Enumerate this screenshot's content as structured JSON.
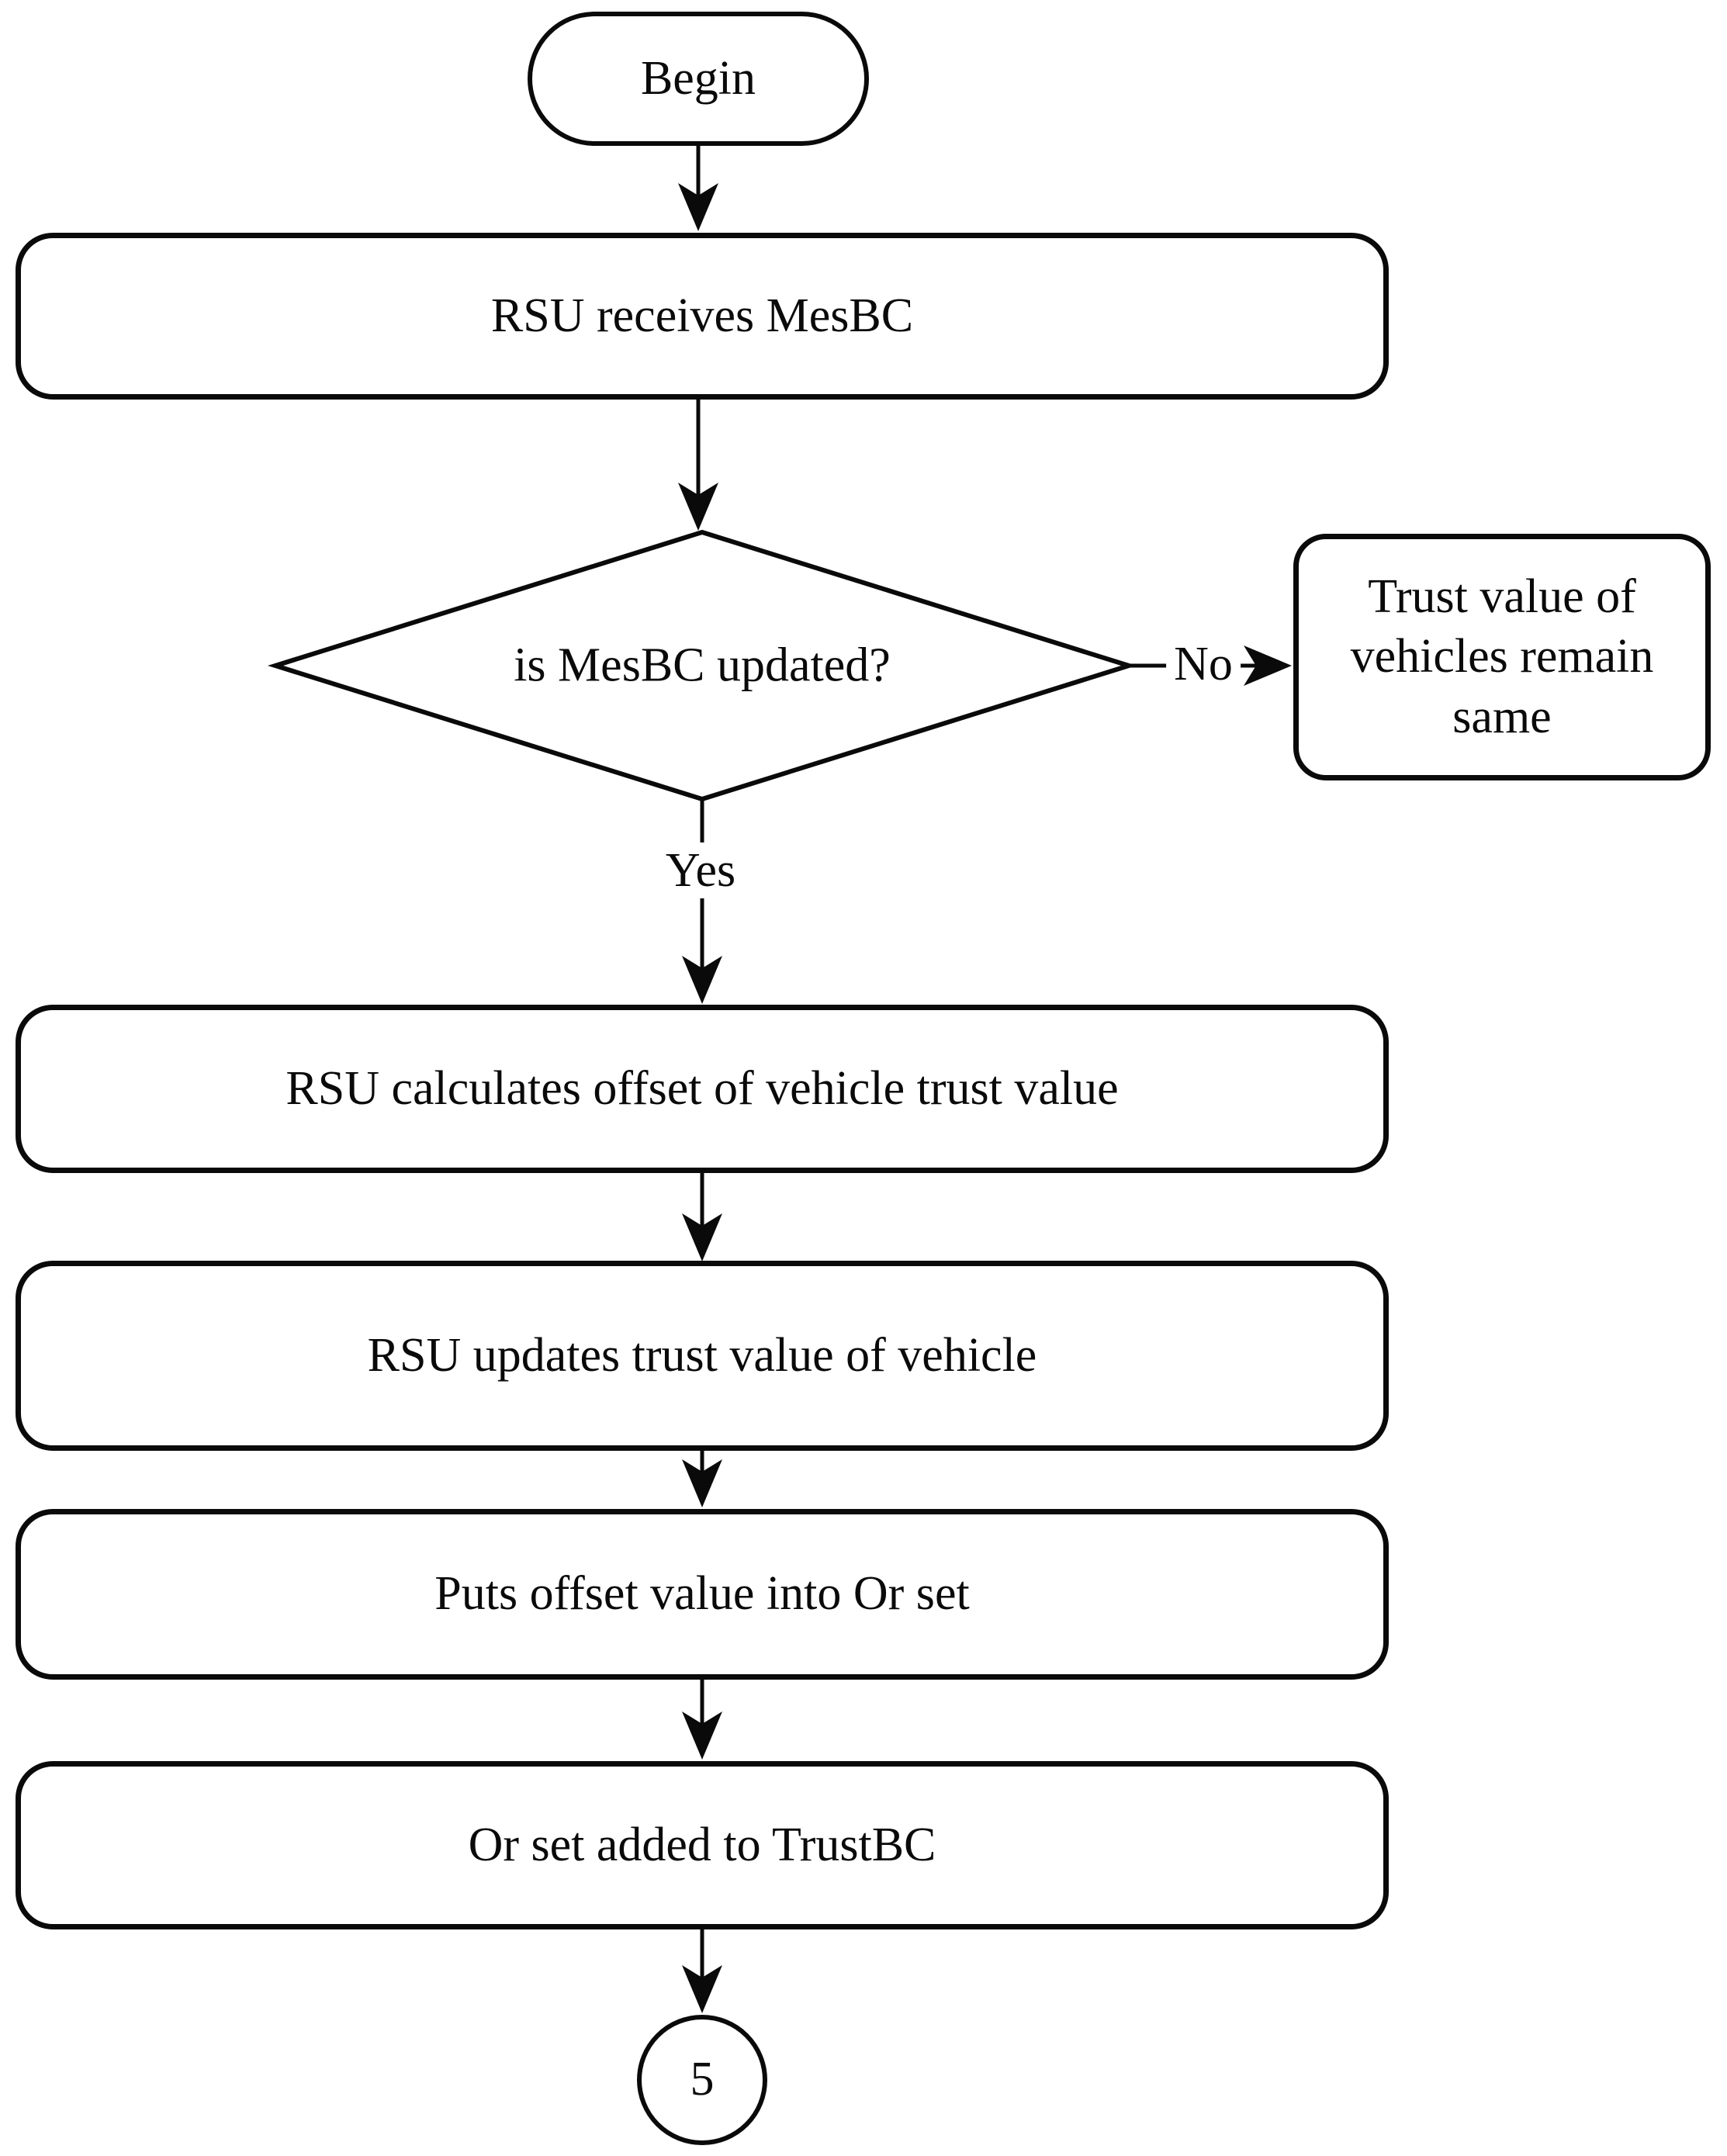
{
  "canvas": {
    "background": "#ffffff",
    "ink": "#0a0a0a"
  },
  "nodes": {
    "begin": {
      "label": "Begin",
      "shape": "terminator"
    },
    "receive": {
      "label": "RSU receives MesBC",
      "shape": "process"
    },
    "decision": {
      "label": "is MesBC updated?",
      "shape": "decision"
    },
    "trust_same": {
      "label": "Trust value of vehicles remain same",
      "shape": "process"
    },
    "calculate_offset": {
      "label": "RSU calculates offset of vehicle trust value",
      "shape": "process"
    },
    "update_trust": {
      "label": "RSU updates trust value of vehicle",
      "shape": "process"
    },
    "put_offset": {
      "label": "Puts offset value into Or set",
      "shape": "process"
    },
    "add_trustbc": {
      "label": "Or set added to TrustBC",
      "shape": "process"
    },
    "connector_5": {
      "label": "5",
      "shape": "connector"
    }
  },
  "edges": {
    "no_label": "No",
    "yes_label": "Yes"
  }
}
